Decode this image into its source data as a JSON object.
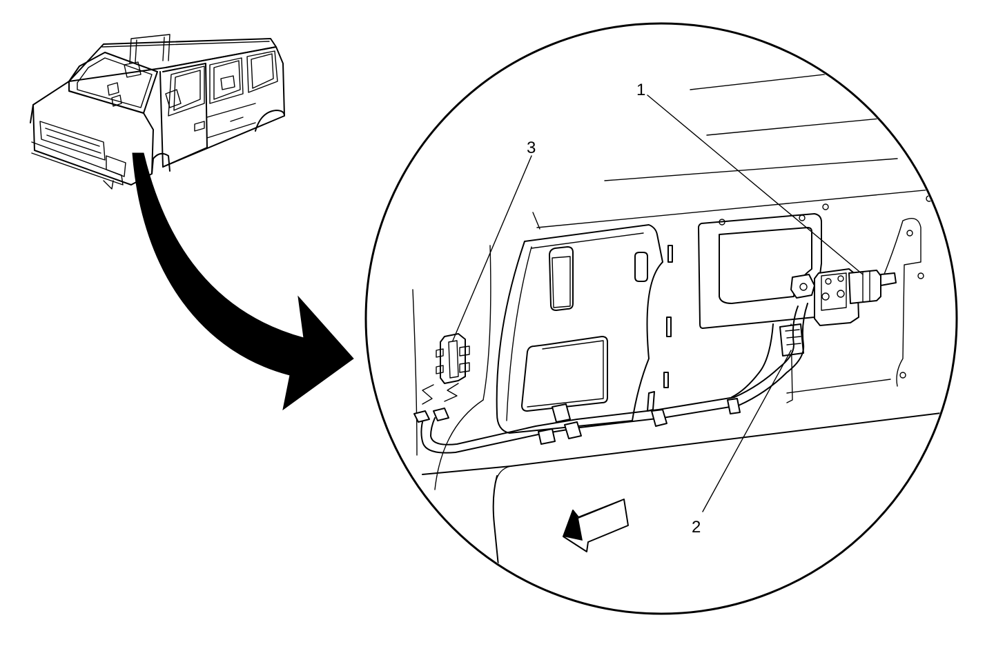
{
  "callouts": [
    {
      "id": "1",
      "label": "1"
    },
    {
      "id": "2",
      "label": "2"
    },
    {
      "id": "3",
      "label": "3"
    }
  ],
  "colors": {
    "ink": "#000000",
    "paper": "#ffffff"
  },
  "icons": [
    "van-overview-icon",
    "curved-arrow-icon",
    "forward-direction-arrow-icon"
  ]
}
